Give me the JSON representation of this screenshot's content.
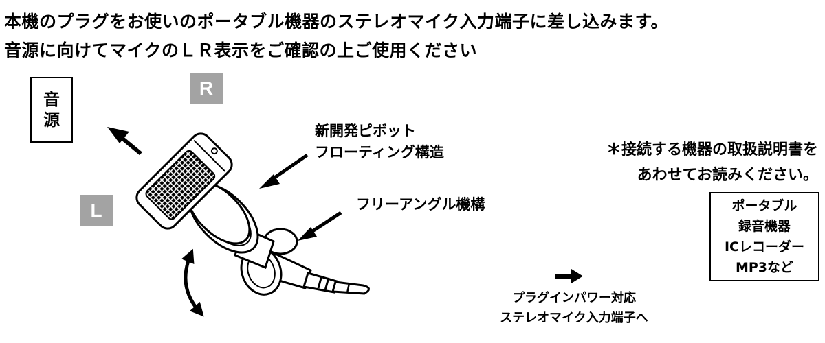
{
  "heading": {
    "line1": "本機のプラグをお使いのポータブル機器のステレオマイク入力端子に差し込みます。",
    "line2": "音源に向けてマイクのＬＲ表示をご確認の上ご使用ください"
  },
  "source": {
    "chars": [
      "音",
      "源"
    ]
  },
  "badges": {
    "right": "R",
    "left": "L"
  },
  "callouts": {
    "pivot": [
      "新開発ピボット",
      "フローティング構造"
    ],
    "free_angle": "フリーアングル機構"
  },
  "note": [
    "＊接続する機器の取扱説明書を",
    "あわせてお読みください。"
  ],
  "devices": [
    "ポータブル",
    "録音機器",
    "ICレコーダー",
    "MP3など"
  ],
  "plug_note": [
    "プラグインパワー対応",
    "ステレオマイク入力端子へ"
  ],
  "icons": {
    "source_arrow": "arrow-up-left-icon",
    "pivot_arrow": "arrow-down-left-icon",
    "free_arrow": "arrow-down-left-icon",
    "rotate_arrow": "double-headed-curved-arrow-icon",
    "plug_arrow": "arrow-right-icon"
  }
}
